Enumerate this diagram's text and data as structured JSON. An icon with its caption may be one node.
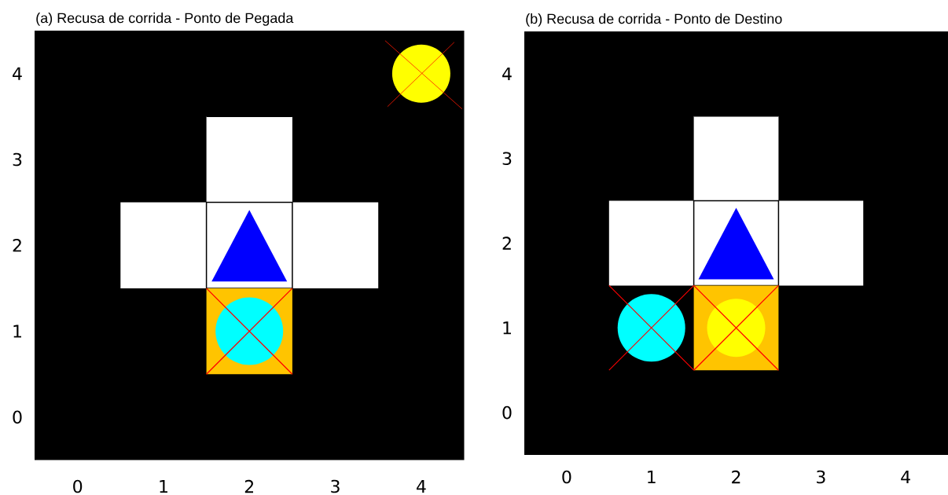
{
  "diagram": {
    "labels": [
      "(a) Recusa de corrida - Ponto de Pegada",
      "4",
      "3",
      "2",
      "1",
      "0",
      "0",
      "1",
      "2",
      "3",
      "4",
      "(b) Recusa de corrida - Ponto de Destino",
      "4",
      "3",
      "2",
      "1",
      "0",
      "0",
      "1",
      "2",
      "3",
      "4"
    ]
  }
}
